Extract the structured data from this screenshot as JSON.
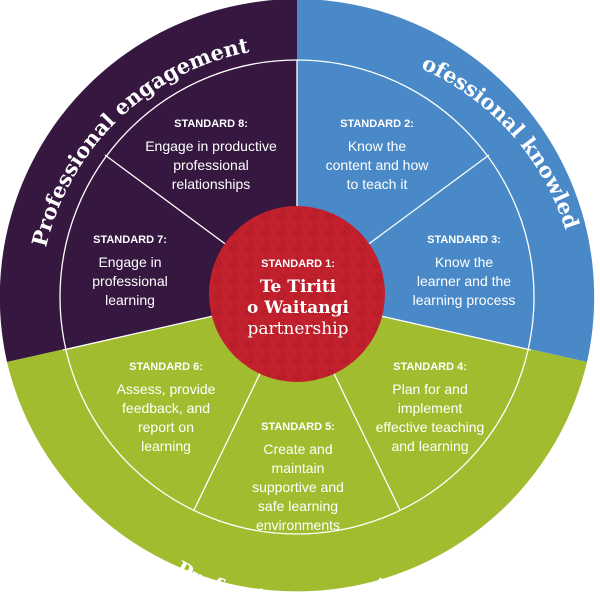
{
  "colors": {
    "engagement": "#361740",
    "knowledge": "#4a89c8",
    "practice": "#a2bc2f",
    "center": "#c2202c",
    "lines": "#ffffff"
  },
  "domains": {
    "engagement": "Professional engagement",
    "knowledge": "Professional knowledge",
    "practice": "Professional practice"
  },
  "center": {
    "label": "STANDARD 1:",
    "line1": "Te Tiriti",
    "line2": "o Waitangi",
    "line3": "partnership"
  },
  "standards": [
    {
      "label": "STANDARD 8:",
      "lines": [
        "Engage in productive",
        "professional",
        "relationships"
      ]
    },
    {
      "label": "STANDARD 2:",
      "lines": [
        "Know the",
        "content and how",
        "to teach it"
      ]
    },
    {
      "label": "STANDARD 7:",
      "lines": [
        "Engage in",
        "professional",
        "learning"
      ]
    },
    {
      "label": "STANDARD 3:",
      "lines": [
        "Know the",
        "learner and the",
        "learning process"
      ]
    },
    {
      "label": "STANDARD 6:",
      "lines": [
        "Assess, provide",
        "feedback, and",
        "report on",
        "learning"
      ]
    },
    {
      "label": "STANDARD 4:",
      "lines": [
        "Plan for and",
        "implement",
        "effective teaching",
        "and learning"
      ]
    },
    {
      "label": "STANDARD 5:",
      "lines": [
        "Create and",
        "maintain",
        "supportive and",
        "safe learning",
        "environments"
      ]
    }
  ]
}
